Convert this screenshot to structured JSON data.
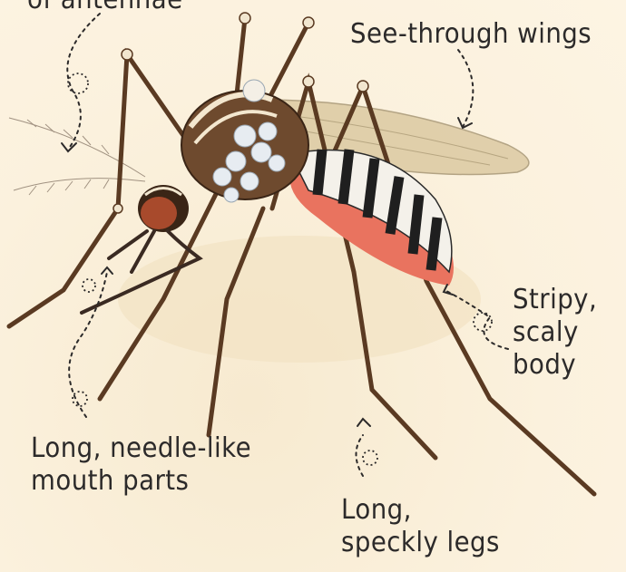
{
  "labels": {
    "antennae": "of antennae",
    "wings": "See-through wings",
    "body": [
      "Stripy,",
      "scaly",
      "body"
    ],
    "mouth": [
      "Long, needle-like",
      "mouth parts"
    ],
    "legs": [
      "Long,",
      "speckly legs"
    ]
  },
  "colors": {
    "background": "#fbf1dd",
    "ink": "#2c2a2a",
    "leg": "#5a3a22",
    "body_red": "#e9735f",
    "wing": "#d7c49a"
  }
}
